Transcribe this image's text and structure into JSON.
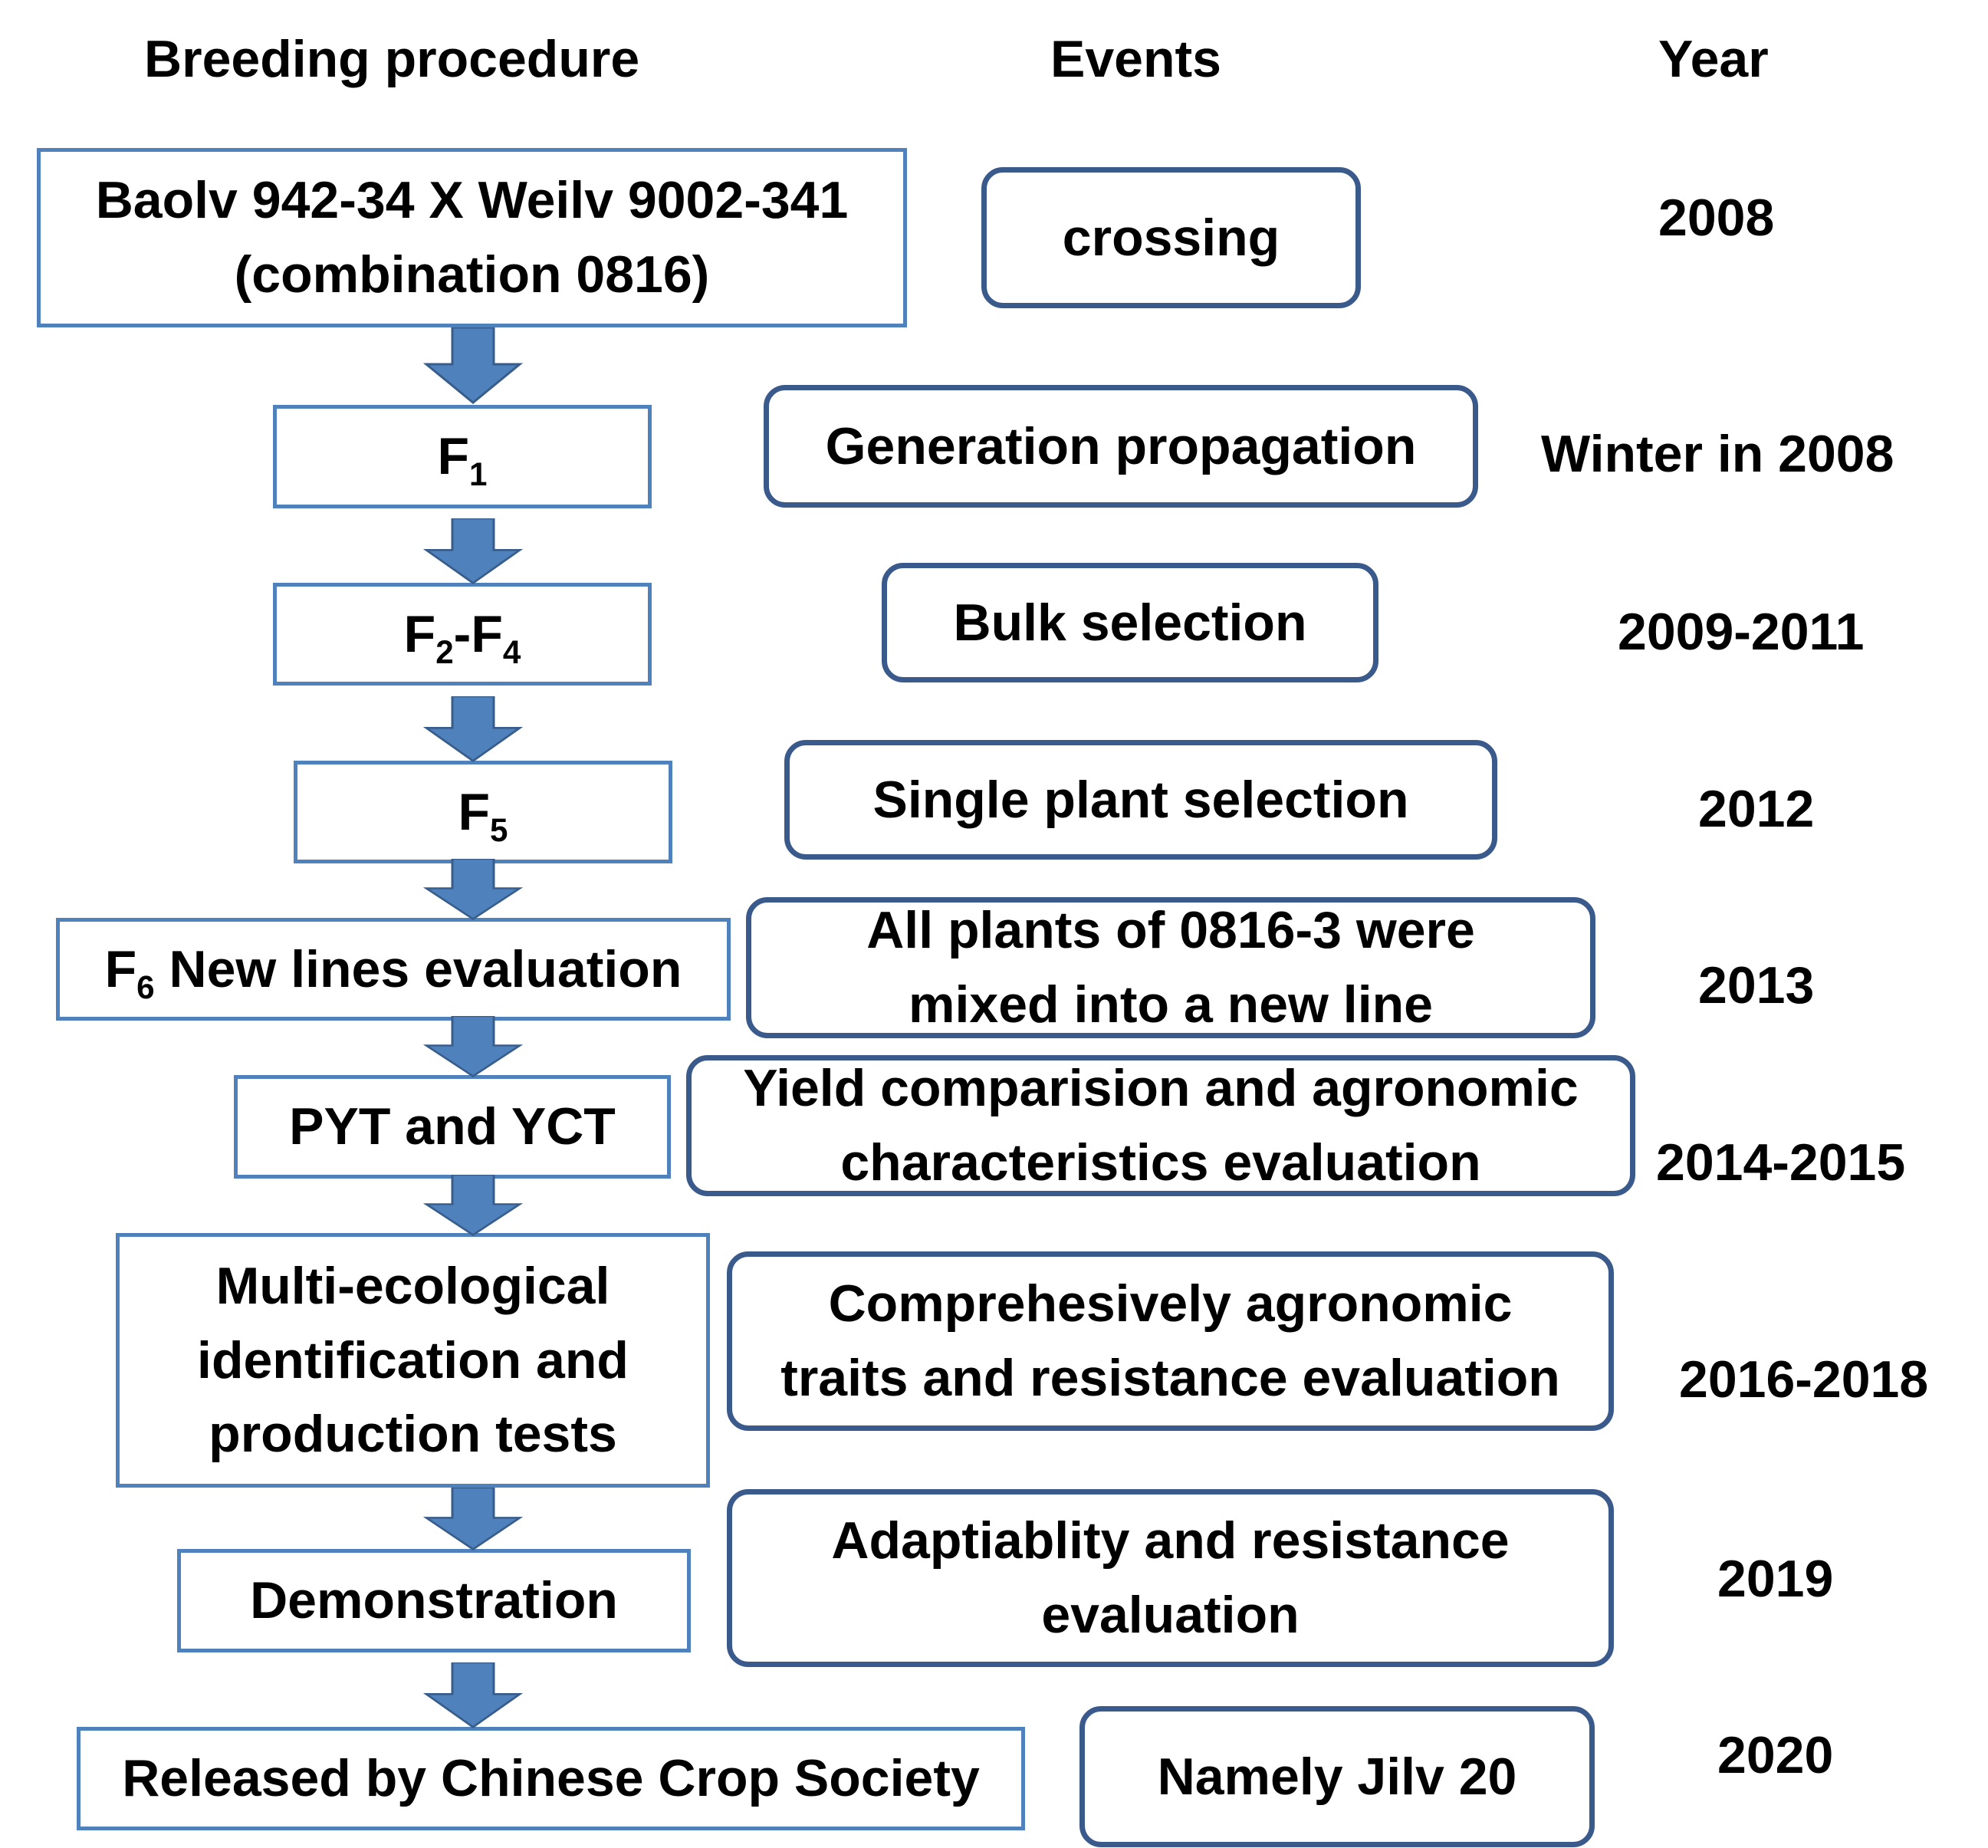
{
  "headers": {
    "procedure": "Breeding procedure",
    "events": "Events",
    "year": "Year"
  },
  "steps": [
    {
      "procedure": [
        "Baolv 942-34 X Weilv 9002-341",
        "(combination 0816)"
      ],
      "event": [
        "crossing"
      ],
      "year": "2008"
    },
    {
      "procedure_main": "F",
      "procedure_sub": "1",
      "event": [
        "Generation propagation"
      ],
      "year": "Winter in 2008"
    },
    {
      "procedure_main": "F",
      "procedure_sub": "2",
      "procedure_mid": "-F",
      "procedure_sub2": "4",
      "event": [
        "Bulk selection"
      ],
      "year": "2009-2011"
    },
    {
      "procedure_main": "F",
      "procedure_sub": "5",
      "event": [
        "Single plant  selection"
      ],
      "year": "2012"
    },
    {
      "procedure_main": "F",
      "procedure_sub": "6",
      "procedure_tail": " New lines evaluation",
      "event": [
        "All plants of 0816-3 were",
        "mixed into a new line"
      ],
      "year": "2013"
    },
    {
      "procedure": [
        "PYT and YCT"
      ],
      "event": [
        "Yield comparision and agronomic",
        "characteristics evaluation"
      ],
      "year": "2014-2015"
    },
    {
      "procedure": [
        "Multi-ecological",
        "identification and",
        "production tests"
      ],
      "event": [
        "Comprehesively agronomic",
        "traits and resistance evaluation"
      ],
      "year": "2016-2018"
    },
    {
      "procedure": [
        "Demonstration"
      ],
      "event": [
        "Adaptiablity and resistance",
        "evaluation"
      ],
      "year": "2019"
    },
    {
      "procedure": [
        "Released by Chinese Crop Society"
      ],
      "event": [
        "Namely Jilv 20"
      ],
      "year": "2020"
    }
  ],
  "colors": {
    "procedure_border": "#4f81bd",
    "event_border": "#3a5a8c",
    "arrow_fill": "#4f81bd",
    "arrow_stroke": "#385d8a"
  }
}
